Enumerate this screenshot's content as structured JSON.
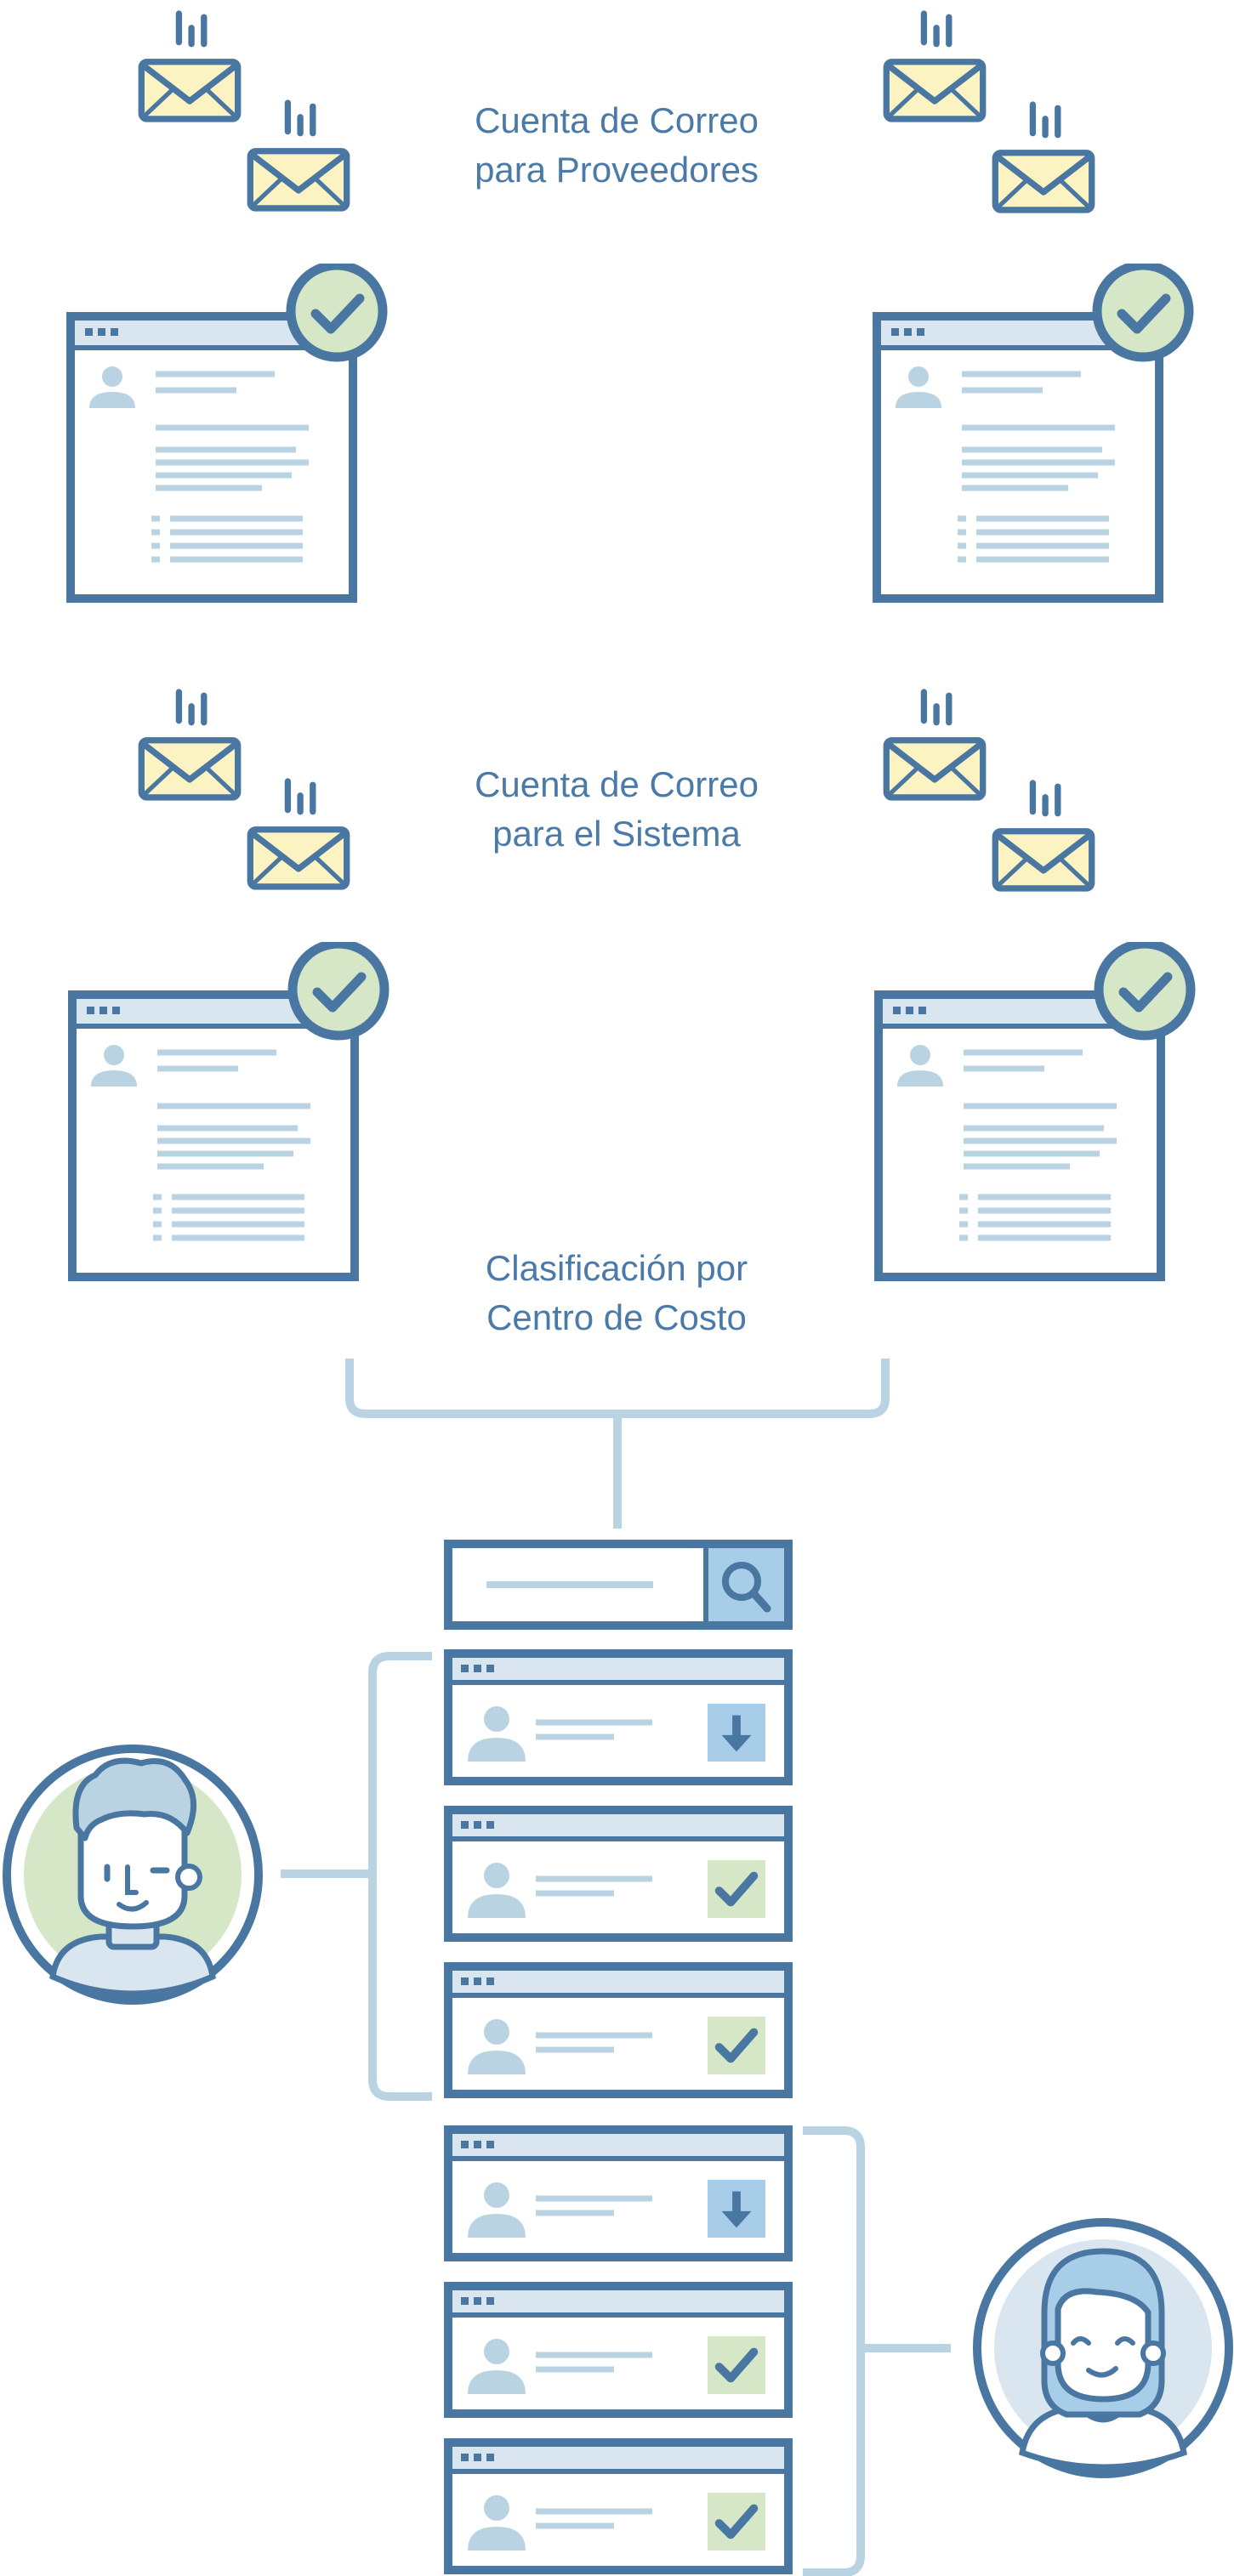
{
  "labels": {
    "vendors": {
      "line1": "Cuenta de Correo",
      "line2": "para Proveedores"
    },
    "system": {
      "line1": "Cuenta de Correo",
      "line2": "para el Sistema"
    },
    "classification": {
      "line1": "Clasificación por",
      "line2": "Centro de Costo"
    }
  },
  "colors": {
    "stroke": "#4a76a2",
    "light_blue": "#b9d3e2",
    "pale_blue": "#dae6ef",
    "envelope": "#fbf4c2",
    "check_green": "#d6e7c8",
    "search_blue": "#a8cde8"
  },
  "icons": {
    "envelope": "envelope-icon",
    "check": "check-icon",
    "search": "search-icon",
    "download": "download-arrow-icon",
    "male_user": "male-user-avatar",
    "female_user": "female-user-avatar"
  },
  "list_items": [
    {
      "group": "male-user",
      "status": "download"
    },
    {
      "group": "male-user",
      "status": "check"
    },
    {
      "group": "male-user",
      "status": "check"
    },
    {
      "group": "female-user",
      "status": "download"
    },
    {
      "group": "female-user",
      "status": "check"
    },
    {
      "group": "female-user",
      "status": "check"
    }
  ]
}
